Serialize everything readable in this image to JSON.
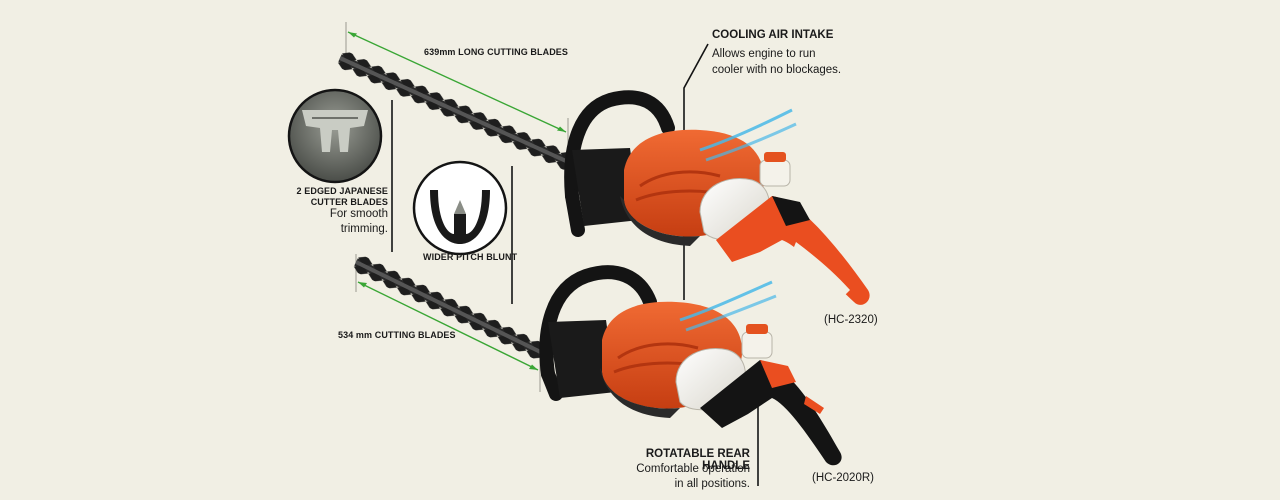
{
  "labels": {
    "long_blades": "639mm LONG CUTTING BLADES",
    "short_blades": "534 mm CUTTING BLADES",
    "japanese_title_1": "2 EDGED JAPANESE",
    "japanese_title_2": "CUTTER  BLADES",
    "japanese_desc_1": "For smooth",
    "japanese_desc_2": "trimming.",
    "wider_pitch": "WIDER  PITCH BLUNT",
    "cooling_title": "COOLING AIR INTAKE",
    "cooling_desc_1": "Allows engine to run",
    "cooling_desc_2": "cooler with no blockages.",
    "rear_title": "ROTATABLE REAR HANDLE",
    "rear_desc_1": "Comfortable operation",
    "rear_desc_2": "in all positions.",
    "model_top": "(HC-2320)",
    "model_bottom": "(HC-2020R)"
  },
  "colors": {
    "background": "#f1efe4",
    "engine_orange": "#e4521f",
    "handle_orange": "#ea4e20",
    "guide_green": "#3aa635",
    "air_blue": "#49b8e8",
    "black": "#141414"
  }
}
